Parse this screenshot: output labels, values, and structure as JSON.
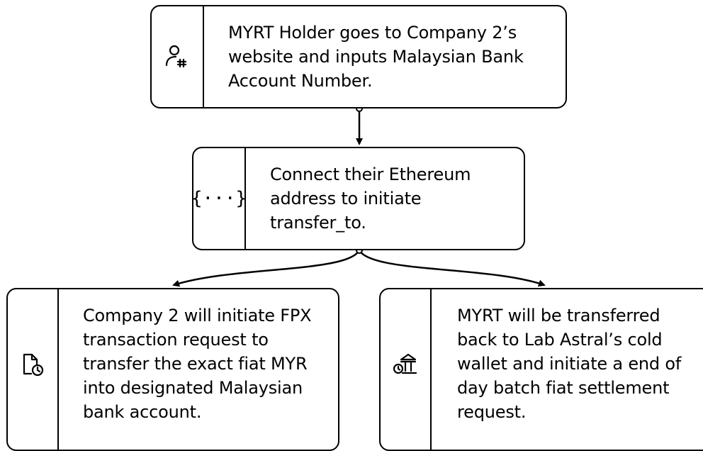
{
  "nodes": {
    "holder_step": {
      "icon": "user-hash-icon",
      "lines": [
        "MYRT Holder goes to Company 2’s",
        "website and inputs Malaysian Bank",
        "Account Number."
      ]
    },
    "connect_step": {
      "icon": "code-braces-icon",
      "icon_text": "{···}",
      "lines": [
        "Connect their Ethereum",
        "address to initiate",
        "transfer_to."
      ]
    },
    "fpx_step": {
      "icon": "document-clock-icon",
      "lines": [
        "Company 2 will initiate FPX",
        "transaction request to",
        "transfer the exact fiat MYR",
        "into designated Malaysian",
        "bank account."
      ]
    },
    "transfer_step": {
      "icon": "bank-clock-icon",
      "lines": [
        "MYRT will be transferred",
        "back to Lab Astral’s cold",
        "wallet and initiate a end of",
        "day batch fiat settlement",
        "request."
      ]
    }
  },
  "edges": [
    {
      "from": "holder_step",
      "to": "connect_step"
    },
    {
      "from": "connect_step",
      "to": "fpx_step"
    },
    {
      "from": "connect_step",
      "to": "transfer_step"
    }
  ]
}
